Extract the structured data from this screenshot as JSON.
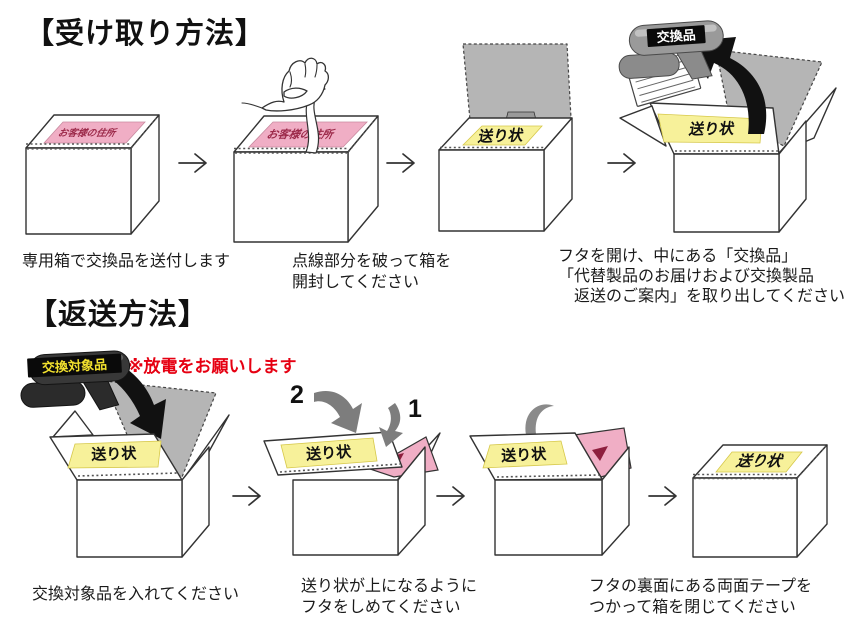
{
  "receive": {
    "title": "【受け取り方法】",
    "step1": {
      "caption": "専用箱で交換品を送付します",
      "box_label": "お客様の住所"
    },
    "step2": {
      "caption_line1": "点線部分を破って箱を",
      "caption_line2": "開封してください",
      "box_label": "お客様の住所"
    },
    "step3": {
      "box_label": "送り状"
    },
    "step4": {
      "caption_line1": "フタを開け、中にある「交換品」",
      "caption_line2": "「代替製品のお届けおよび交換製品",
      "caption_line3": "　返送のご案内」を取り出してください",
      "box_label": "送り状",
      "item_badge": "交換品"
    }
  },
  "return": {
    "title": "【返送方法】",
    "note": "※放電をお願いします",
    "step1": {
      "caption": "交換対象品を入れてください",
      "box_label": "送り状",
      "item_badge": "交換対象品"
    },
    "step2": {
      "caption_line1": "送り状が上になるように",
      "caption_line2": "フタをしめてください",
      "box_label": "送り状",
      "order_second": "2",
      "order_first": "1"
    },
    "step3": {
      "box_label": "送り状"
    },
    "step4": {
      "caption_line1": "フタの裏面にある両面テープを",
      "caption_line2": "つかって箱を閉じてください",
      "box_label": "送り状"
    }
  },
  "colors": {
    "background": "#ffffff",
    "outline": "#333333",
    "label_pink": "#f0aec5",
    "label_pink_text": "#9c2a4a",
    "label_yellow": "#f7f19a",
    "lid_gray": "#b5b5b5",
    "black_arrow": "#111111",
    "gray_arrow": "#7d7d7d",
    "note_red": "#e60012",
    "badge_black": "#0a0a0a",
    "badge_text_white": "#ffffff",
    "badge_text_yellow": "#f2e12e"
  }
}
